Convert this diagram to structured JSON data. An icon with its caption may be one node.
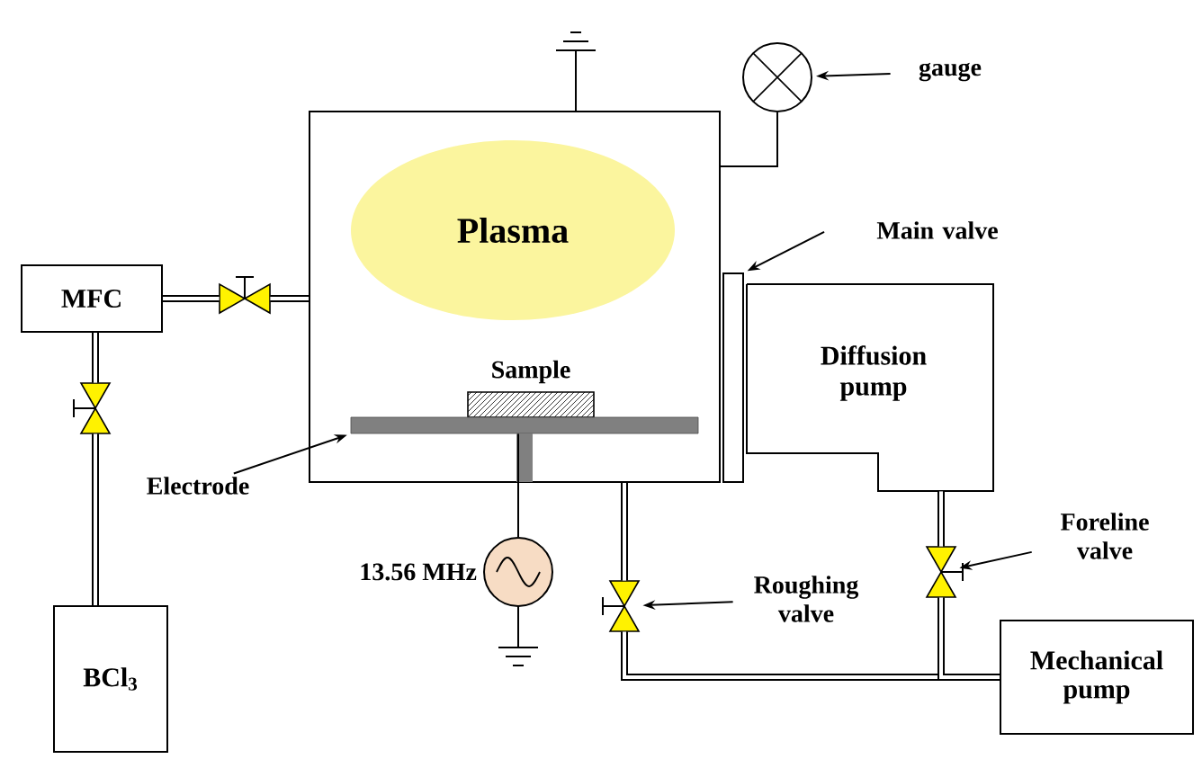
{
  "diagram": {
    "nodes": [
      {
        "text": [],
        "shape": "box"
      },
      {
        "text": [
          "Plasma"
        ],
        "in": 0
      },
      {
        "text": [
          "Sample"
        ],
        "in": 0
      },
      {
        "text": [],
        "shape": "bar",
        "in": 0
      },
      {
        "text": [
          "MFC"
        ]
      },
      {
        "text": [
          "BCl$_{3}$"
        ]
      },
      {
        "text": [
          "Diffusion pump"
        ]
      },
      {
        "text": [
          "Mechanical pump"
        ]
      },
      {
        "text": [],
        "shape": "circle"
      },
      {
        "text": [
          "gauge"
        ]
      },
      {
        "text": [
          "Main valve"
        ]
      },
      {
        "text": [],
        "shape": "bar"
      },
      {
        "text": [
          "Electrode"
        ]
      },
      {
        "text": [],
        "shape": "circle",
        "beside": [
          "13.56 MHz"
        ]
      },
      {
        "text": [],
        "shape": "valve"
      },
      {
        "text": [
          "Roughing valve"
        ]
      },
      {
        "text": [],
        "shape": "valve"
      },
      {
        "text": [
          "Foreline valve"
        ]
      },
      {
        "text": [],
        "shape": "valve"
      },
      {
        "text": [],
        "shape": "valve"
      }
    ],
    "edges": [
      {
        "from": 5,
        "to": 19,
        "arrow": "none"
      },
      {
        "from": 19,
        "to": 4,
        "arrow": "none"
      },
      {
        "from": 4,
        "to": 18,
        "arrow": "none"
      },
      {
        "from": 18,
        "to": 0,
        "arrow": "none"
      },
      {
        "from": 0,
        "to": 8,
        "arrow": "none"
      },
      {
        "from": 3,
        "to": 13,
        "arrow": "none"
      },
      {
        "from": 0,
        "to": 14,
        "arrow": "none"
      },
      {
        "from": 14,
        "to": 7,
        "arrow": "none"
      },
      {
        "from": 6,
        "to": 16,
        "arrow": "none"
      },
      {
        "from": 16,
        "to": 7,
        "arrow": "none"
      },
      {
        "from": 9,
        "to": 8,
        "arrow": "to"
      },
      {
        "from": 10,
        "to": 11,
        "arrow": "to"
      },
      {
        "from": 12,
        "to": 3,
        "arrow": "to"
      },
      {
        "from": 15,
        "to": 14,
        "arrow": "to"
      },
      {
        "from": 17,
        "to": 16,
        "arrow": "to"
      }
    ]
  }
}
